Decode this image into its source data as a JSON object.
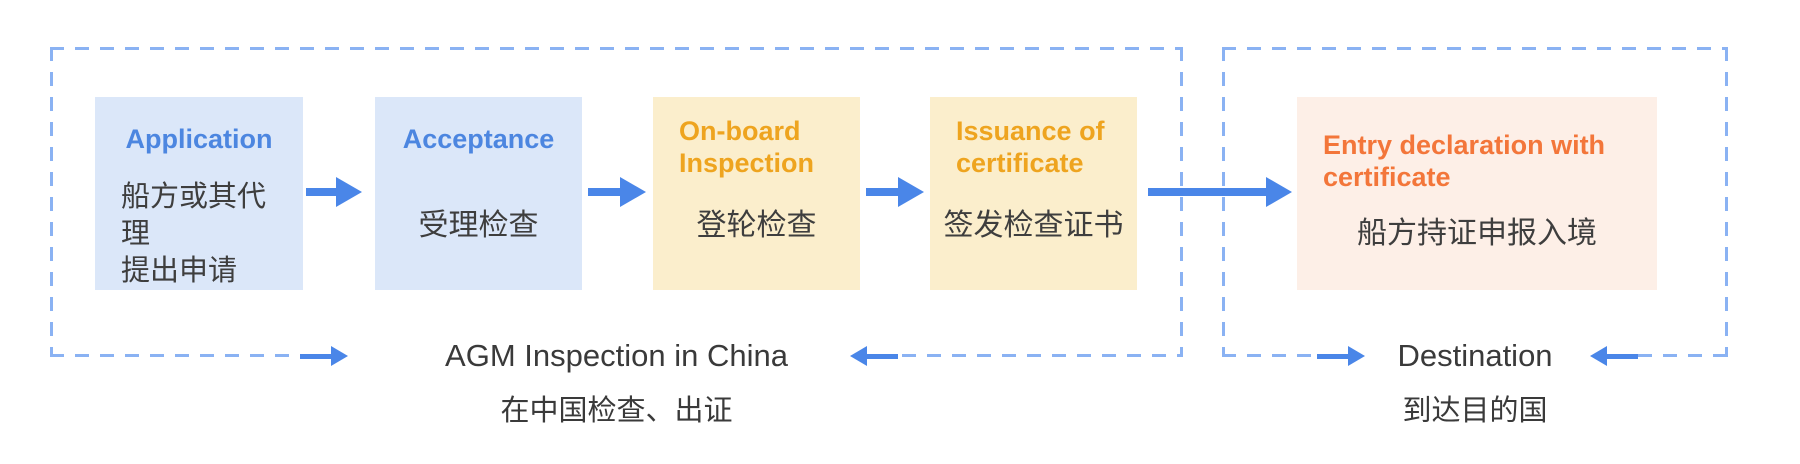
{
  "diagram": {
    "title_semantic": "AGM ship inspection process flow",
    "flow_steps": [
      {
        "id": "application",
        "title_lines": [
          "Application"
        ],
        "subtitle_lines": [
          "船方或其代理",
          "提出申请"
        ],
        "theme": "blue"
      },
      {
        "id": "acceptance",
        "title_lines": [
          "Acceptance"
        ],
        "subtitle_lines": [
          "受理检查"
        ],
        "theme": "blue"
      },
      {
        "id": "on-board-inspection",
        "title_lines": [
          "On-board",
          "Inspection"
        ],
        "subtitle_lines": [
          "登轮检查"
        ],
        "theme": "yellow"
      },
      {
        "id": "issuance-of-certificate",
        "title_lines": [
          "Issuance of",
          "certificate"
        ],
        "subtitle_lines": [
          "签发检查证书"
        ],
        "theme": "yellow"
      },
      {
        "id": "entry-declaration",
        "title_lines": [
          "Entry declaration with",
          "certificate"
        ],
        "subtitle_lines": [
          "船方持证申报入境"
        ],
        "theme": "orange"
      }
    ],
    "regions": [
      {
        "id": "agm-inspection-in-china",
        "label_en": "AGM Inspection in China",
        "label_zh": "在中国检查、出证"
      },
      {
        "id": "destination",
        "label_en": "Destination",
        "label_zh": "到达目的国"
      }
    ],
    "colors": {
      "dashed_border": "#8ab2f3",
      "arrow": "#4a86e8",
      "box_blue_bg": "#dbe7f9",
      "box_blue_title": "#4c86e0",
      "box_yellow_bg": "#fbeecc",
      "box_yellow_title": "#eea41f",
      "box_orange_bg": "#fdefe7",
      "box_orange_title": "#f3763a",
      "text_dark": "#3e3e3e"
    }
  }
}
